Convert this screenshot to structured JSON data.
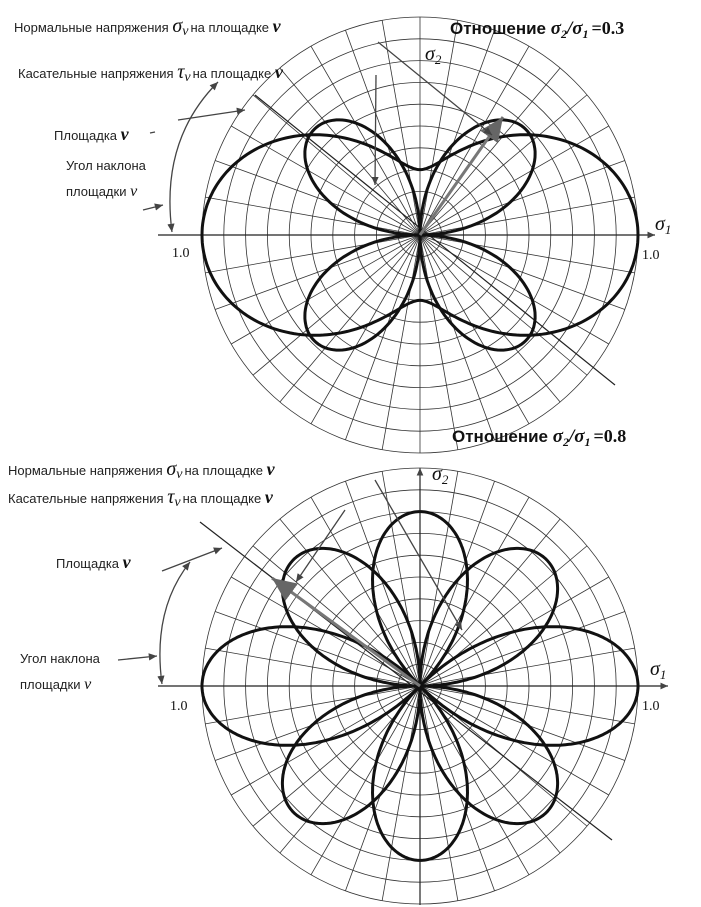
{
  "diagrams": [
    {
      "title_prefix": "Отношение",
      "sigma2": "σ",
      "sub2": "2",
      "slash": "/",
      "sigma1": "σ",
      "sub1": "1",
      "equals": "=",
      "ratio_value": "0.3",
      "ratio": 0.3,
      "normal_label": "Нормальные напряжения",
      "normal_sym": "σ",
      "normal_sub": "ν",
      "normal_suffix": "на площадке",
      "normal_nu": "ν",
      "shear_label": "Касательные напряжения",
      "shear_sym": "τ",
      "shear_sub": "ν",
      "shear_suffix": "на площадке",
      "shear_nu": "ν",
      "plane_label": "Площадка",
      "plane_nu": "ν",
      "angle_line1": "Угол наклона",
      "angle_line2": "площадки",
      "angle_nu": "ν",
      "axis_x_sym": "σ",
      "axis_x_sub": "1",
      "axis_y_sym": "σ",
      "axis_y_sub": "2",
      "tick_left": "1.0",
      "tick_right": "1.0"
    },
    {
      "title_prefix": "Отношение",
      "sigma2": "σ",
      "sub2": "2",
      "slash": "/",
      "sigma1": "σ",
      "sub1": "1",
      "equals": "=",
      "ratio_value": "0.8",
      "ratio": 0.8,
      "normal_label": "Нормальные напряжения",
      "normal_sym": "σ",
      "normal_sub": "ν",
      "normal_suffix": "на площадке",
      "normal_nu": "ν",
      "shear_label": "Касательные напряжения",
      "shear_sym": "τ",
      "shear_sub": "ν",
      "shear_suffix": "на площадке",
      "shear_nu": "ν",
      "plane_label": "Площадка",
      "plane_nu": "ν",
      "angle_line1": "Угол наклона",
      "angle_line2": "площадки",
      "angle_nu": "ν",
      "axis_x_sym": "σ",
      "axis_x_sub": "1",
      "axis_y_sym": "σ",
      "axis_y_sub": "2",
      "tick_left": "1.0",
      "tick_right": "1.0"
    }
  ]
}
